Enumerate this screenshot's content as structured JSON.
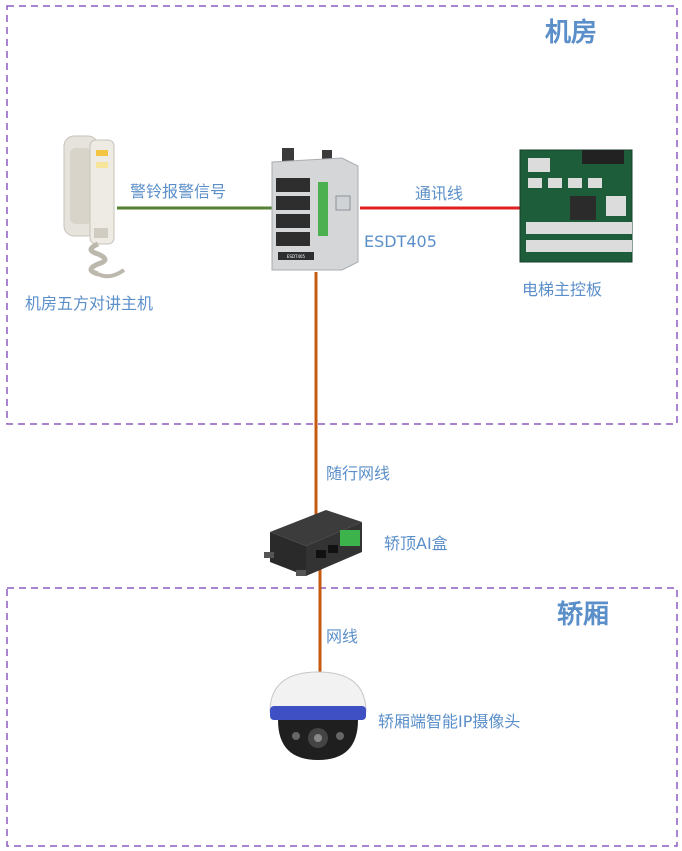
{
  "zones": {
    "machine_room": {
      "title": "机房"
    },
    "car": {
      "title": "轿厢"
    }
  },
  "devices": {
    "intercom": {
      "label": "机房五方对讲主机"
    },
    "gateway": {
      "label": "ESDT405",
      "faceplate": "ESDT405"
    },
    "controller": {
      "label": "电梯主控板"
    },
    "ai_box": {
      "label": "轿顶AI盒"
    },
    "camera": {
      "label": "轿厢端智能IP摄像头"
    }
  },
  "links": {
    "alarm": {
      "label": "警铃报警信号",
      "color": "#548235"
    },
    "comm": {
      "label": "通讯线",
      "color": "#e02020"
    },
    "traveling": {
      "label": "随行网线",
      "color": "#c55a11"
    },
    "network": {
      "label": "网线",
      "color": "#c55a11"
    }
  },
  "colors": {
    "zone_border": "#8e5ac2",
    "label": "#5b8fc9"
  }
}
